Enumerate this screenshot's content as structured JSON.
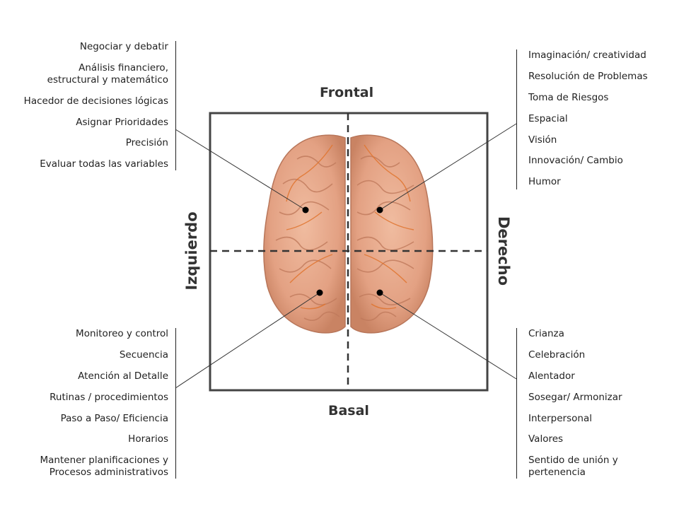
{
  "labels": {
    "top": "Frontal",
    "bottom": "Basal",
    "left": "Izquierdo",
    "right": "Derecho"
  },
  "quadrants": {
    "top_left": [
      "Negociar y debatir",
      "Análisis financiero,\nestructural y matemático",
      "Hacedor de decisiones lógicas",
      "Asignar Prioridades",
      "Precisión",
      "Evaluar todas las variables"
    ],
    "top_right": [
      "Imaginación/ creatividad",
      "Resolución de Problemas",
      "Toma de Riesgos",
      "Espacial",
      "Visión",
      "Innovación/ Cambio",
      "Humor"
    ],
    "bottom_left": [
      "Monitoreo y control",
      "Secuencia",
      "Atención al Detalle",
      "Rutinas / procedimientos",
      "Paso a Paso/ Eficiencia",
      "Horarios",
      "Mantener planificaciones y\nProcesos administrativos"
    ],
    "bottom_right": [
      "Crianza",
      "Celebración",
      "Alentador",
      "Sosegar/ Armonizar",
      "Interpersonal",
      "Valores",
      "Sentido de unión y\npertenencia"
    ]
  },
  "colors": {
    "brain": "#e7a98a",
    "brain_shadow": "#c98363",
    "vessels": "#e0742e",
    "frame": "#333333"
  }
}
